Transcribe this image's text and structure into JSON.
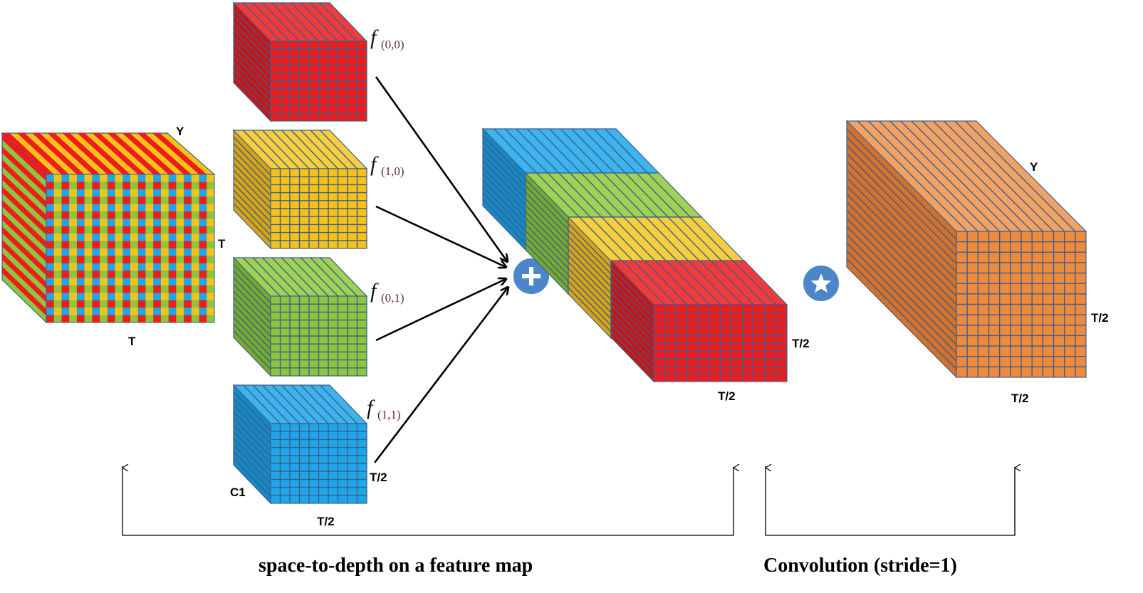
{
  "colors": {
    "red": "#ee1c1c",
    "yellow": "#f4c21a",
    "green": "#8cc63f",
    "blue": "#1fa6e8",
    "orange": "#ee8a3c",
    "operator": "#4a86c8",
    "grid": "#3d5f8c"
  },
  "input_cube": {
    "label_top": "Y",
    "label_right": "T",
    "label_bottom": "T"
  },
  "sub_maps": [
    {
      "color": "red",
      "func": "f",
      "sub": "(0,0)"
    },
    {
      "color": "yellow",
      "func": "f",
      "sub": "(1,0)"
    },
    {
      "color": "green",
      "func": "f",
      "sub": "(0,1)"
    },
    {
      "color": "blue",
      "func": "f",
      "sub": "(1,1)"
    }
  ],
  "sub_map_labels": {
    "depth": "C1",
    "height": "T/2",
    "width": "T/2"
  },
  "operators": {
    "concat_icon": "plus-icon",
    "conv_icon": "star-icon"
  },
  "stacked_cube": {
    "label_right": "T/2",
    "label_bottom": "T/2"
  },
  "output_cube": {
    "label_top": "Y",
    "label_right": "T/2",
    "label_bottom": "T/2"
  },
  "captions": {
    "left": "space-to-depth on a feature map",
    "right": "Convolution (stride=1)"
  }
}
